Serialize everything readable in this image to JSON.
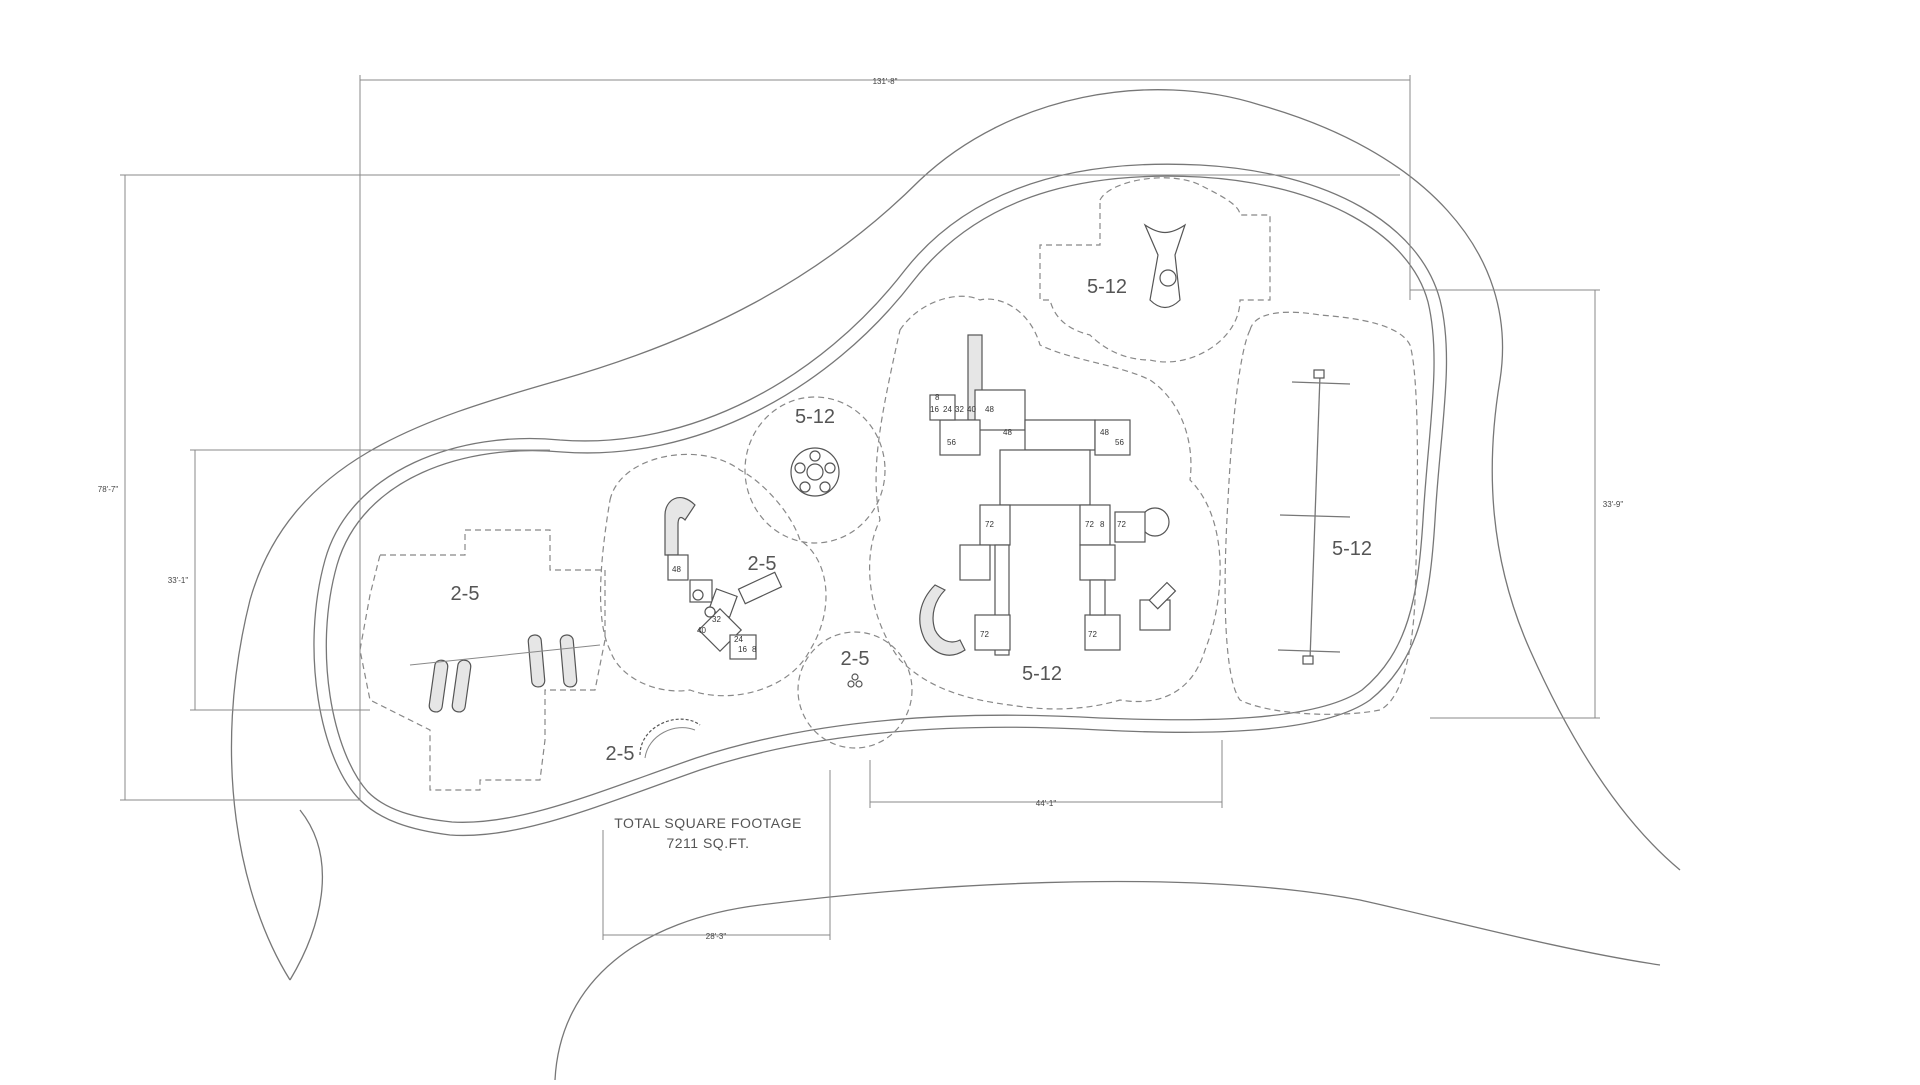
{
  "drawing": {
    "total_label": "TOTAL SQUARE FOOTAGE",
    "total_value": "7211 SQ.FT."
  },
  "dimensions": {
    "top_width": "131'-8\"",
    "left_height": "78'-7\"",
    "inner_left_height": "33'-1\"",
    "right_height": "33'-9\"",
    "bottom_mid": "44'-1\"",
    "bottom_left": "28'-3\""
  },
  "zones": {
    "swings_2_5": "2-5",
    "structure_2_5": "2-5",
    "spinner_5_12": "5-12",
    "saddle_2_5": "2-5",
    "sensory_2_5": "2-5",
    "structure_5_12": "5-12",
    "swing_5_12": "5-12",
    "zipline_5_12": "5-12"
  },
  "deck_numbers": {
    "d16": "16",
    "d24": "24",
    "d32": "32",
    "d40": "40",
    "d48a": "48",
    "d48b": "48",
    "d56a": "56",
    "d56b": "56",
    "d72a": "72",
    "d72b": "72",
    "d72c": "72",
    "d72d": "72",
    "d72e": "72",
    "d8a": "8",
    "d8b": "8",
    "s48": "48",
    "s32": "32",
    "s40": "40",
    "s24": "24",
    "s16": "16",
    "s8": "8"
  },
  "colors": {
    "line": "#777777",
    "zone_text": "#555555",
    "equipment_fill": "#e6e6e6"
  }
}
